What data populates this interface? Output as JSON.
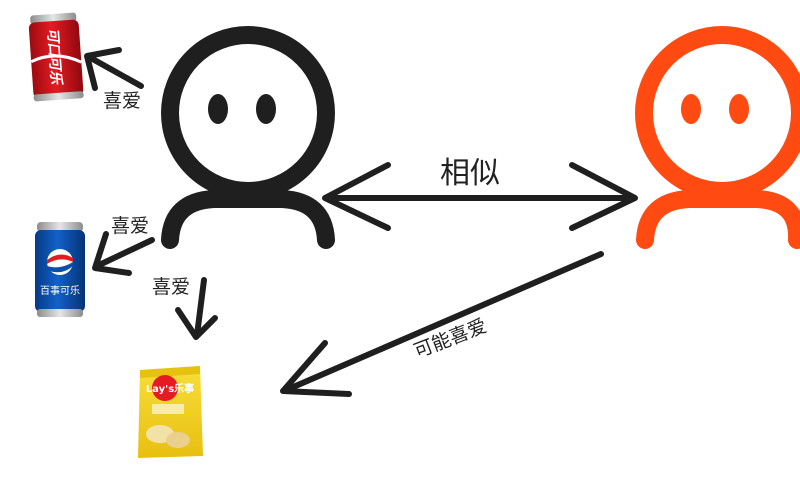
{
  "colors": {
    "user_a": "#1f1f1f",
    "user_b": "#ff4a12",
    "arrow": "#1f1f1f",
    "coke_red": "#d8121b",
    "pepsi_blue": "#0a4fb0",
    "chips_yellow": "#f5d21a"
  },
  "users": [
    {
      "name": "user-a",
      "icon": "person-icon",
      "color": "#1f1f1f"
    },
    {
      "name": "user-b",
      "icon": "person-icon",
      "color": "#ff4a12"
    }
  ],
  "labels": {
    "likes": "喜爱",
    "similar": "相似",
    "might_like": "可能喜爱"
  },
  "items": {
    "coke": {
      "icon": "cola-can-icon",
      "text": "可口可乐"
    },
    "pepsi": {
      "icon": "pepsi-can-icon",
      "text": "百事可乐"
    },
    "chips": {
      "icon": "potato-chips-bag-icon",
      "brand": "Lay's乐事"
    }
  }
}
